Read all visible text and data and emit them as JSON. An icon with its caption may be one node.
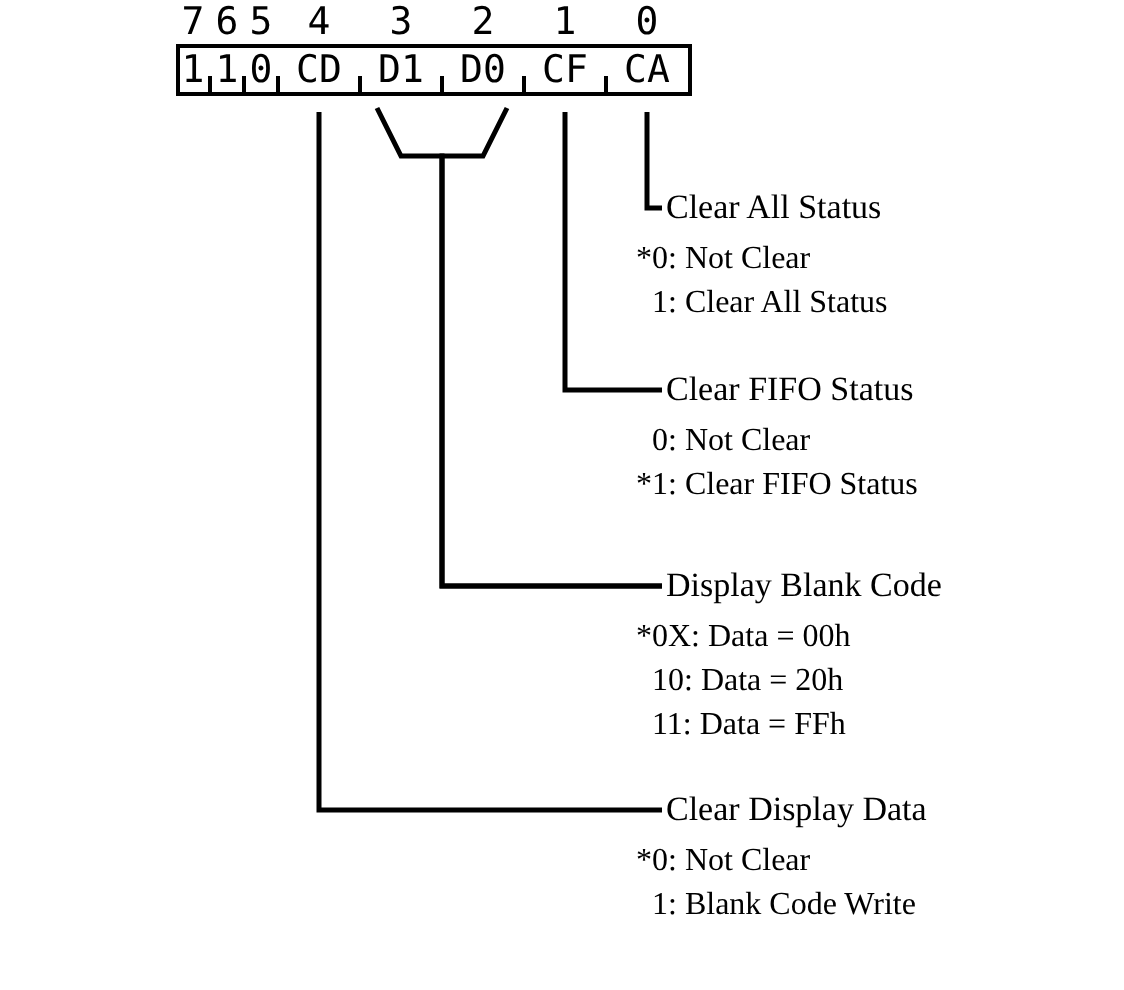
{
  "diagram": {
    "nodes": [
      {
        "text": [],
        "shape": "box"
      },
      {
        "text": [
          "1"
        ],
        "in": 0
      },
      {
        "text": [
          "1"
        ],
        "in": 0
      },
      {
        "text": [
          "0"
        ],
        "in": 0
      },
      {
        "text": [
          "CD"
        ],
        "in": 0
      },
      {
        "text": [
          "D1"
        ],
        "in": 0
      },
      {
        "text": [
          "D0"
        ],
        "in": 0
      },
      {
        "text": [
          "CF"
        ],
        "in": 0
      },
      {
        "text": [
          "CA"
        ],
        "in": 0
      },
      {
        "text": [
          "Clear All Status"
        ]
      },
      {
        "text": [
          "Clear FIFO Status"
        ]
      },
      {
        "text": [
          "Display Blank Code"
        ]
      },
      {
        "text": [
          "Clear Display Data"
        ]
      }
    ],
    "edges": [
      {
        "from": 8,
        "to": 9,
        "arrow": "none"
      },
      {
        "from": 7,
        "to": 10,
        "arrow": "none"
      },
      {
        "from": 5,
        "to": 11,
        "arrow": "none"
      },
      {
        "from": 6,
        "to": 11,
        "arrow": "none"
      },
      {
        "from": 4,
        "to": 12,
        "arrow": "none"
      }
    ],
    "labels": [
      "7",
      "6",
      "5",
      "4",
      "3",
      "2",
      "1",
      "0",
      "*0: Not Clear",
      "1: Clear All Status",
      "0: Not Clear",
      "*1: Clear FIFO Status",
      "*0X: Data = 00h",
      "10: Data = 20h",
      "11: Data = FFh",
      "*0: Not Clear",
      "1: Blank Code Write"
    ]
  }
}
